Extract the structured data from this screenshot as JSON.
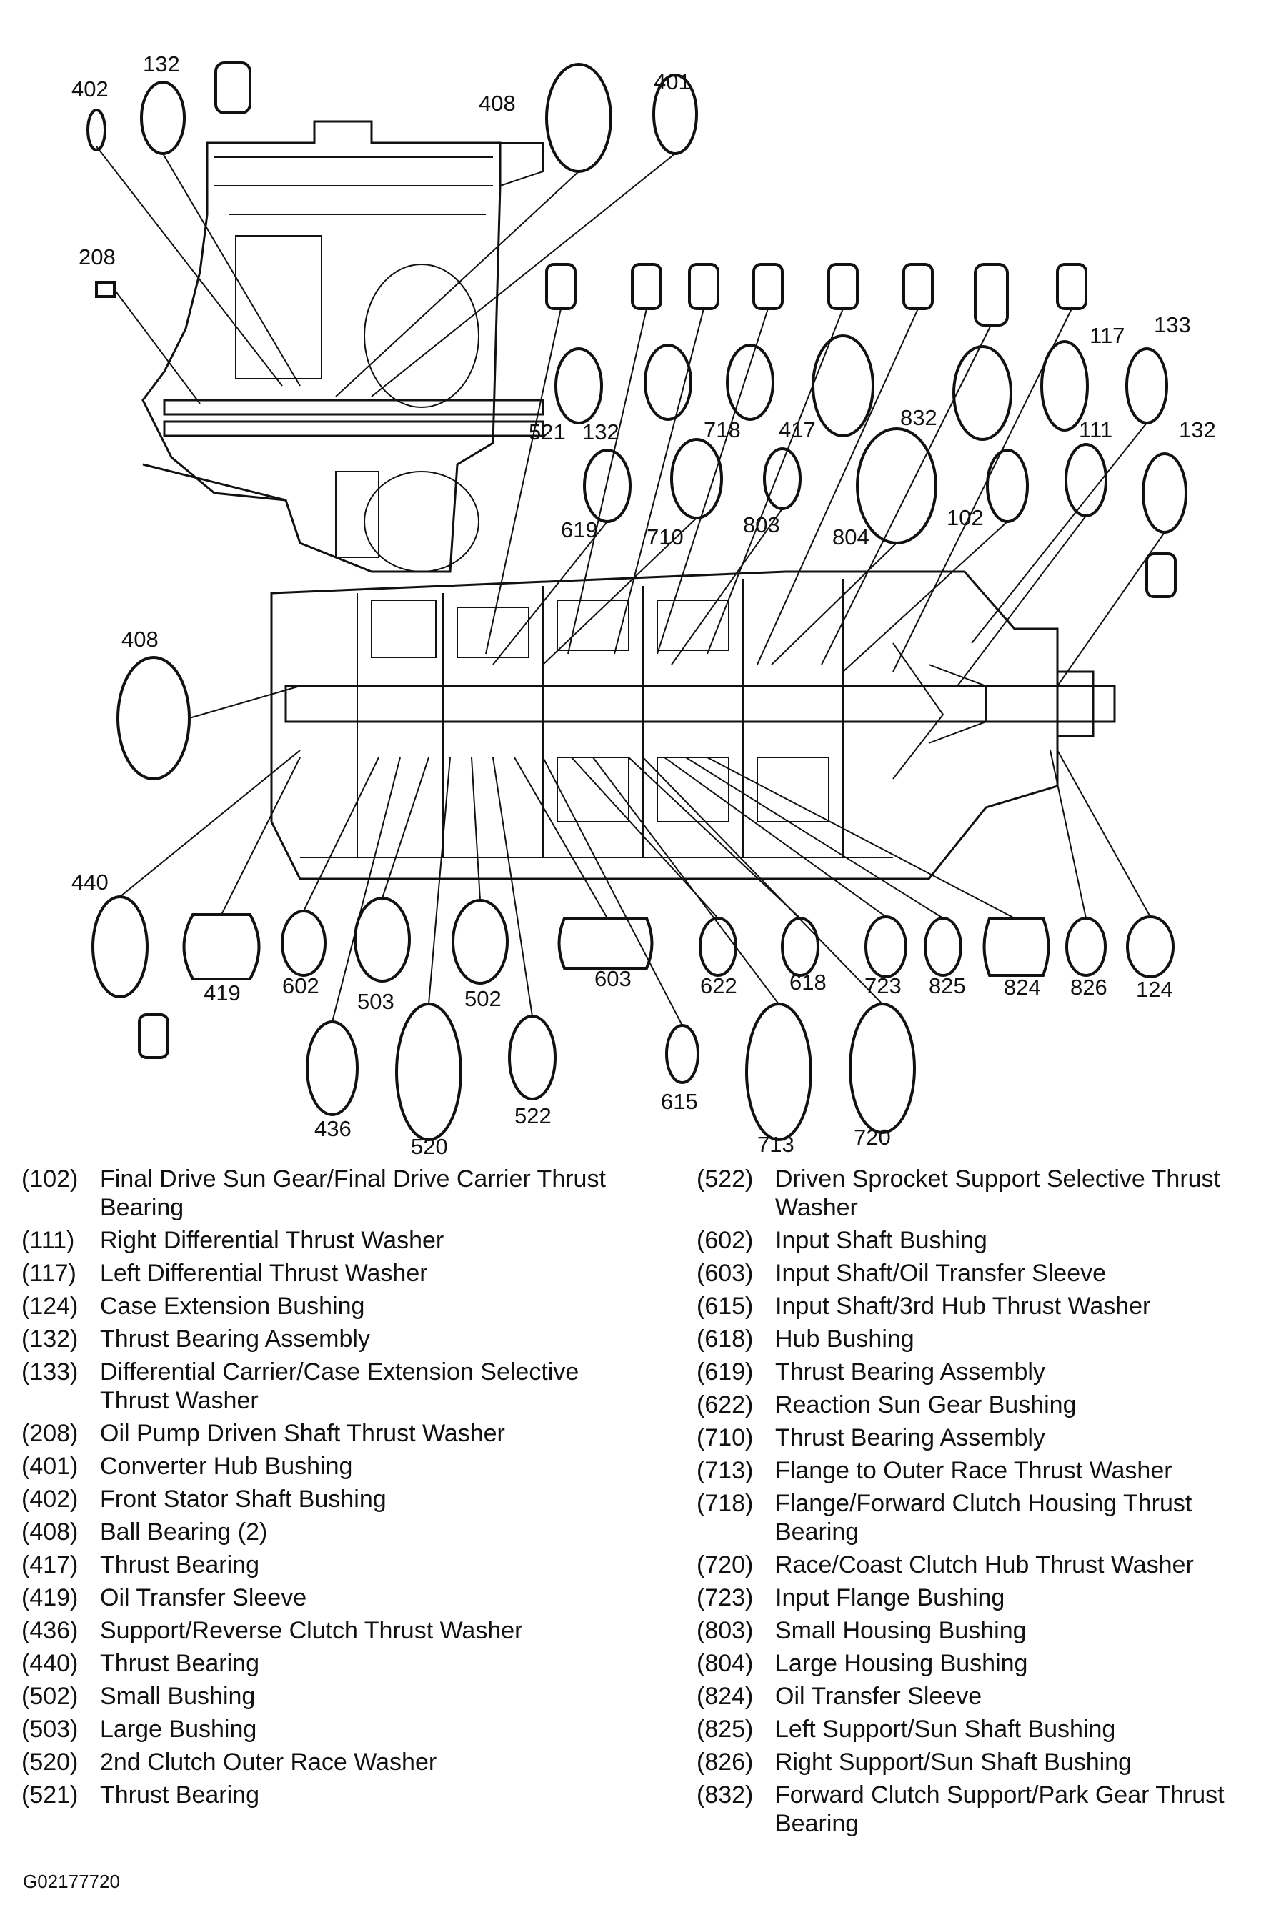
{
  "diagram": {
    "callouts": {
      "c132a": "132",
      "c402": "402",
      "c408a": "408",
      "c401": "401",
      "c208": "208",
      "c117": "117",
      "c133": "133",
      "c521": "521",
      "c132b": "132",
      "c718": "718",
      "c417": "417",
      "c832": "832",
      "c111": "111",
      "c132c": "132",
      "c619": "619",
      "c710": "710",
      "c803": "803",
      "c804": "804",
      "c102": "102",
      "c408b": "408",
      "c440": "440",
      "c419": "419",
      "c602": "602",
      "c503": "503",
      "c502": "502",
      "c603": "603",
      "c622": "622",
      "c618": "618",
      "c723": "723",
      "c825": "825",
      "c824": "824",
      "c826": "826",
      "c124": "124",
      "c436": "436",
      "c520": "520",
      "c522": "522",
      "c615": "615",
      "c713": "713",
      "c720": "720"
    }
  },
  "legend_left": [
    {
      "num": "(102)",
      "desc": "Final Drive Sun Gear/Final Drive Carrier Thrust Bearing"
    },
    {
      "num": "(111)",
      "desc": "Right Differential Thrust Washer"
    },
    {
      "num": "(117)",
      "desc": "Left Differential Thrust Washer"
    },
    {
      "num": "(124)",
      "desc": "Case Extension Bushing"
    },
    {
      "num": "(132)",
      "desc": "Thrust Bearing Assembly"
    },
    {
      "num": "(133)",
      "desc": "Differential Carrier/Case Extension Selective Thrust Washer"
    },
    {
      "num": "(208)",
      "desc": "Oil Pump Driven Shaft Thrust Washer"
    },
    {
      "num": "(401)",
      "desc": "Converter Hub Bushing"
    },
    {
      "num": "(402)",
      "desc": "Front Stator Shaft Bushing"
    },
    {
      "num": "(408)",
      "desc": "Ball Bearing (2)"
    },
    {
      "num": "(417)",
      "desc": "Thrust Bearing"
    },
    {
      "num": "(419)",
      "desc": "Oil Transfer Sleeve"
    },
    {
      "num": "(436)",
      "desc": "Support/Reverse Clutch Thrust Washer"
    },
    {
      "num": "(440)",
      "desc": "Thrust Bearing"
    },
    {
      "num": "(502)",
      "desc": "Small Bushing"
    },
    {
      "num": "(503)",
      "desc": "Large Bushing"
    },
    {
      "num": "(520)",
      "desc": "2nd Clutch Outer Race Washer"
    },
    {
      "num": "(521)",
      "desc": "Thrust Bearing"
    }
  ],
  "legend_right": [
    {
      "num": "(522)",
      "desc": "Driven Sprocket Support Selective Thrust Washer"
    },
    {
      "num": "(602)",
      "desc": "Input Shaft Bushing"
    },
    {
      "num": "(603)",
      "desc": "Input Shaft/Oil Transfer Sleeve"
    },
    {
      "num": "(615)",
      "desc": "Input Shaft/3rd Hub Thrust Washer"
    },
    {
      "num": "(618)",
      "desc": "Hub Bushing"
    },
    {
      "num": "(619)",
      "desc": "Thrust Bearing Assembly"
    },
    {
      "num": "(622)",
      "desc": "Reaction Sun Gear Bushing"
    },
    {
      "num": "(710)",
      "desc": "Thrust Bearing Assembly"
    },
    {
      "num": "(713)",
      "desc": "Flange to Outer Race Thrust Washer"
    },
    {
      "num": "(718)",
      "desc": "Flange/Forward Clutch Housing Thrust Bearing"
    },
    {
      "num": "(720)",
      "desc": "Race/Coast Clutch Hub Thrust Washer"
    },
    {
      "num": "(723)",
      "desc": "Input Flange Bushing"
    },
    {
      "num": "(803)",
      "desc": "Small Housing Bushing"
    },
    {
      "num": "(804)",
      "desc": "Large Housing Bushing"
    },
    {
      "num": "(824)",
      "desc": "Oil Transfer Sleeve"
    },
    {
      "num": "(825)",
      "desc": "Left Support/Sun Shaft Bushing"
    },
    {
      "num": "(826)",
      "desc": "Right Support/Sun Shaft Bushing"
    },
    {
      "num": "(832)",
      "desc": "Forward Clutch Support/Park Gear Thrust Bearing"
    }
  ],
  "footer": {
    "code": "G02177720"
  }
}
